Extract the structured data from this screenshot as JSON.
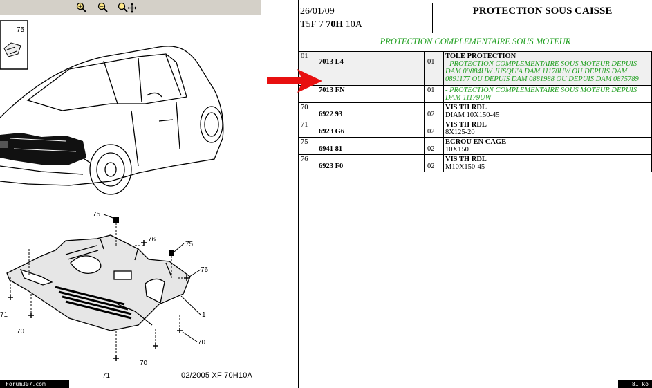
{
  "toolbar": {
    "zoom_in": "zoom-in-icon",
    "zoom_out": "zoom-out-icon",
    "zoom_pan": "zoom-pan-icon"
  },
  "diagram": {
    "inset_label": "75",
    "callouts": [
      "75",
      "76",
      "75",
      "76",
      "1",
      "70",
      "70",
      "70",
      "71",
      "71"
    ],
    "caption": "02/2005   XF 70H10A"
  },
  "status": {
    "left": "Forum307.com",
    "right": "81 ko"
  },
  "header": {
    "date": "26/01/09",
    "code_prefix": "T5F 7 ",
    "code_bold": "70H",
    "code_suffix": " 10A",
    "title": "PROTECTION SOUS CAISSE"
  },
  "subtitle": "PROTECTION COMPLEMENTAIRE SOUS MOTEUR",
  "rows": [
    {
      "idx": "01",
      "ref": "7013 L4",
      "qty": "01",
      "title": "TOLE PROTECTION",
      "note": "- PROTECTION COMPLEMENTAIRE SOUS MOTEUR DEPUIS DAM 09884UW JUSQU'A DAM 11178UW OU DEPUIS DAM 0891177 OU DEPUIS DAM 0881988 OU DEPUIS DAM 0875789"
    },
    {
      "idx": "",
      "ref": "7013 FN",
      "qty": "01",
      "title": "",
      "note": "- PROTECTION COMPLEMENTAIRE SOUS MOTEUR DEPUIS DAM 11179UW"
    },
    {
      "idx": "70",
      "ref": "6922 93",
      "qty": "02",
      "title": "VIS TH RDL",
      "note": "DIAM 10X150-45"
    },
    {
      "idx": "71",
      "ref": "6923 G6",
      "qty": "02",
      "title": "VIS TH RDL",
      "note": "8X125-20"
    },
    {
      "idx": "75",
      "ref": "6941 81",
      "qty": "02",
      "title": "ECROU EN CAGE",
      "note": "10X150"
    },
    {
      "idx": "76",
      "ref": "6923 F0",
      "qty": "02",
      "title": "VIS TH RDL",
      "note": "M10X150-45"
    }
  ],
  "colors": {
    "green": "#1f9f1f",
    "arrow": "#e81010",
    "toolbar": "#d4d0c8"
  }
}
